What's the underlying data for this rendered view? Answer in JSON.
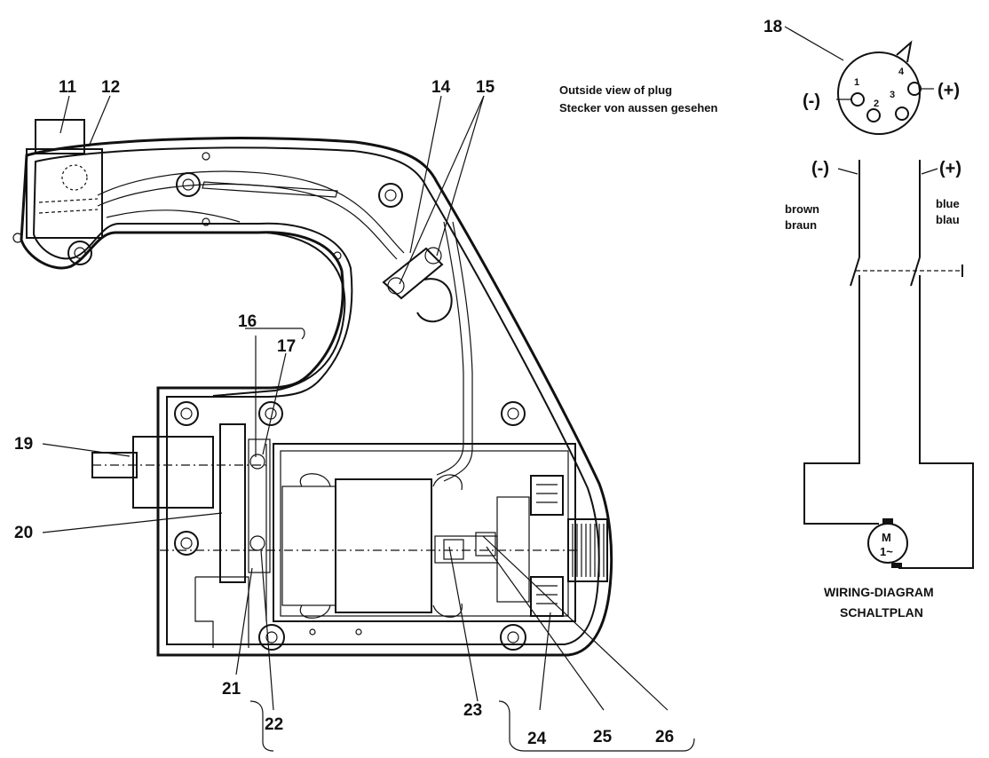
{
  "drawing": {
    "part_numbers": {
      "p11": "11",
      "p12": "12",
      "p14": "14",
      "p15": "15",
      "p16": "16",
      "p17": "17",
      "p18": "18",
      "p19": "19",
      "p20": "20",
      "p21": "21",
      "p22": "22",
      "p23": "23",
      "p24": "24",
      "p25": "25",
      "p26": "26"
    }
  },
  "plug": {
    "label_en": "Outside view of plug",
    "label_de": "Stecker von aussen gesehen",
    "minus": "(-)",
    "plus": "(+)",
    "pins": {
      "pin1": "1",
      "pin2": "2",
      "pin3": "3",
      "pin4": "4"
    }
  },
  "wiring": {
    "minus": "(-)",
    "plus": "(+)",
    "left_wire_en": "brown",
    "left_wire_de": "braun",
    "right_wire_en": "blue",
    "right_wire_de": "blau",
    "motor_symbol": "M",
    "motor_phase": "1~",
    "caption_en": "WIRING-DIAGRAM",
    "caption_de": "SCHALTPLAN"
  }
}
